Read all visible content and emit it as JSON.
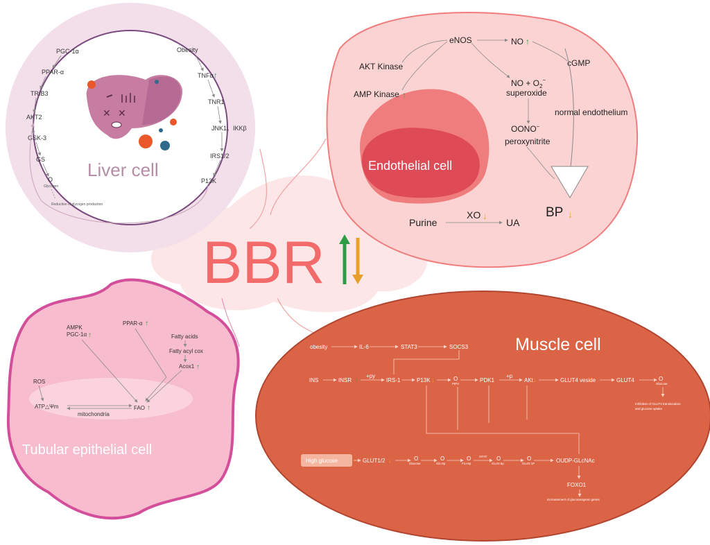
{
  "center": {
    "text": "BBR"
  },
  "liver": {
    "title": "Liver cell",
    "left": [
      "PGC-1α",
      "PPAR-α",
      "TRIB3",
      "AKT2",
      "GSK-3",
      "GS",
      "O",
      "Glycogen",
      "Reduction of glycogen production"
    ],
    "right": [
      "Obesity",
      "TNFα",
      "TNR1",
      "JNK1、IKKβ",
      "IRS1/2",
      "P13K"
    ]
  },
  "endothelial": {
    "title": "Endothelial cell",
    "enos": "eNOS",
    "no": "NO",
    "akt": "AKT Kinase",
    "amp": "AMP Kinase",
    "cgmp": "cGMP",
    "no_super_1": "NO + O",
    "no_super_sub": "2",
    "no_super_sup": "−",
    "no_super_2": "superoxide",
    "oono": "OONO",
    "oono_sup": "−",
    "perox": "peroxynitrite",
    "normal": "normal endothelium",
    "bp": "BP",
    "purine": "Purine",
    "xo": "XO",
    "ua": "UA"
  },
  "tubular": {
    "title": "Tubular epithelial cell",
    "ampk": "AMPK",
    "pgc": "PGC-1α",
    "ppar": "PPAR-α",
    "fatty_acids": "Fatty acids",
    "fatty_acyl": "Fatty acyl cox",
    "acox": "Acox1",
    "ros": "ROS",
    "atp": "ATP△Ψm",
    "mito": "mitochondria",
    "fao": "FAO"
  },
  "muscle": {
    "title": "Muscle cell",
    "row1": [
      "obesity",
      "IL-6",
      "STAT3",
      "SOCS3"
    ],
    "row2": [
      "INS",
      "INSR",
      "+py",
      "IRS-1",
      "P13K",
      "O",
      "PIP3",
      "PDK1",
      "+p",
      "AKt",
      "GLUT4 veside",
      "GLUT4",
      "O",
      "Glucose"
    ],
    "inhibit": [
      "Inhibition of GLUT4 translocation",
      "and glucose uptake"
    ],
    "row3": [
      "High glucose",
      "GLUT1/2",
      "O",
      "Glucose",
      "O",
      "Glc-6p",
      "O",
      "Fru-6p",
      "GFAT",
      "O",
      "GLcN 6p",
      "O",
      "GLcN 1P",
      "OUDP-GLcNAc"
    ],
    "foxo": "FOXO1",
    "gluconeo": "increasement of gluconeogenic genes"
  },
  "colors": {
    "up": "#2e9b45",
    "down": "#e8a02a",
    "bbr": "#f26a6a",
    "muscle": "#dc6446",
    "endo": "#f07d7d",
    "tubular": "#f7bccd",
    "liver": "#f3dfea"
  }
}
